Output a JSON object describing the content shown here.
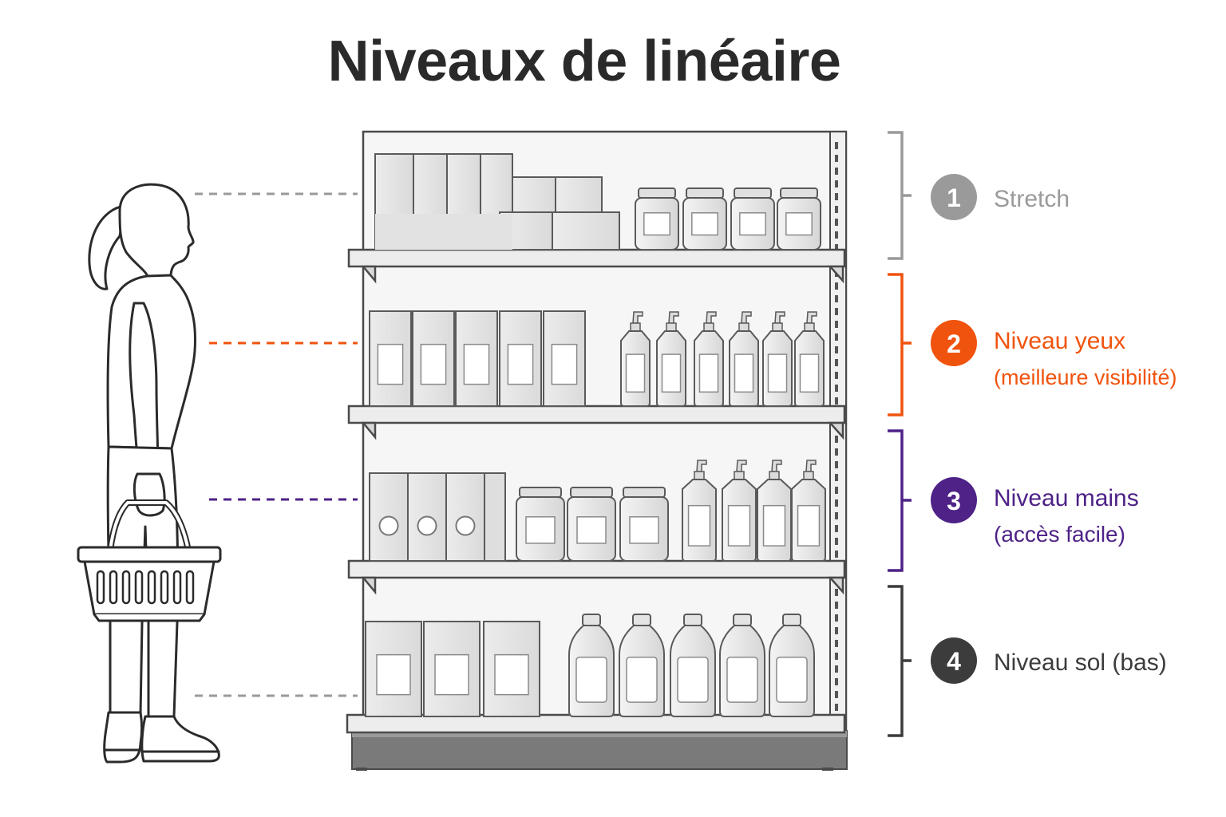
{
  "title": "Niveaux de linéaire",
  "levels": [
    {
      "number": "1",
      "label": "Stretch",
      "sublabel": "",
      "color": "#9a9a9a"
    },
    {
      "number": "2",
      "label": "Niveau yeux",
      "sublabel": "(meilleure visibilité)",
      "color": "#f0530e"
    },
    {
      "number": "3",
      "label": "Niveau mains",
      "sublabel": "(accès facile)",
      "color": "#4e2287"
    },
    {
      "number": "4",
      "label": "Niveau sol (bas)",
      "sublabel": "",
      "color": "#3c3c3c"
    }
  ],
  "icons": {
    "person": "shopper-figure",
    "basket": "shopping-basket-icon",
    "shelf": "shelving-unit"
  }
}
